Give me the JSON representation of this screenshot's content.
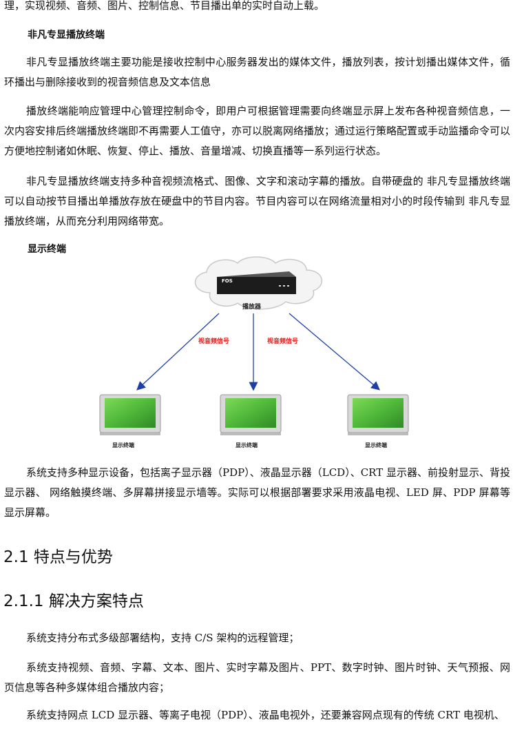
{
  "paragraphs": {
    "p0": "理，实现视频、音频、图片、控制信息、节目播出单的实时自动上载。",
    "h_feifan": "非凡专显播放终端",
    "p1": "非凡专显播放终端主要功能是接收控制中心服务器发出的媒体文件，播放列表，按计划播出媒体文件，循环播出与删除接收到的视音频信息及文本信息",
    "p2": "播放终端能响应管理中心管理控制命令，即用户可根据管理需要向终端显示屏上发布各种视音频信息，一次内容安排后终端播放终端即不再需要人工值守，亦可以脱离网络播放；通过运行策略配置或手动监播命令可以方便地控制诸如休眠、恢复、停止、播放、音量增减、切换直播等一系列运行状态。",
    "p3": "非凡专显播放终端支持多种音视频流格式、图像、文字和滚动字幕的播放。自带硬盘的 非凡专显播放终端可以自动按节目播出单播放存放在硬盘中的节目内容。节目内容可以在网络流量相对小的时段传输到 非凡专显播放终端，从而充分利用网络带宽。",
    "h_display": "显示终端",
    "p4": "系统支持多种显示设备，包括离子显示器（PDP）、液晶显示器（LCD）、CRT 显示器、前投射显示、背投显示器、 网络触摸终端、多屏幕拼接显示墙等。实际可以根据部署要求采用液晶电视、LED 屏、PDP 屏幕等显示屏幕。",
    "p5": "系统支持分布式多级部署结构，支持 C/S 架构的远程管理；",
    "p6": "系统支持视频、音频、字幕、文本、图片、实时字幕及图片、PPT、数字时钟、图片时钟、天气预报、网页信息等各种多媒体组合播放内容；",
    "p7": "系统支持网点 LCD 显示器、等离子电视（PDP）、液晶电视外，还要兼容网点现有的传统 CRT 电视机、"
  },
  "headings": {
    "h21": "2.1 特点与优势",
    "h211": "2.1.1 解决方案特点"
  },
  "diagram": {
    "player_label": "播放器",
    "player_brand": "FOS",
    "signal_label": "视音频信号",
    "display_label": "显示终端",
    "colors": {
      "arrow": "#1f3fa8",
      "signal_text": "#d9201e",
      "screen": "#4fb83a"
    }
  }
}
